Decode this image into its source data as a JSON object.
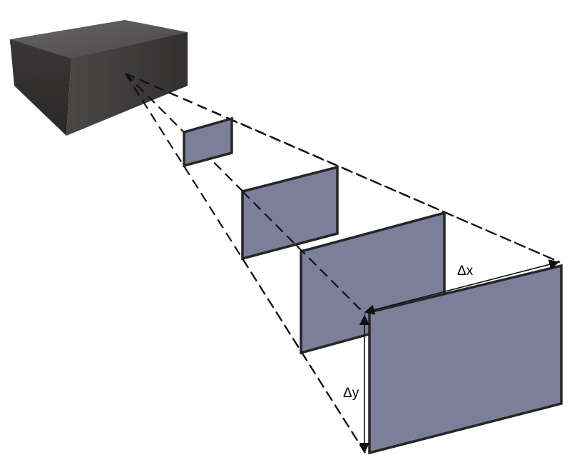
{
  "diagram": {
    "camera": {
      "icon": "camera-box",
      "colors": {
        "top": "#5a5858",
        "front": "#3e3b3b",
        "side": "#2f2c2c"
      }
    },
    "plane_count": 4,
    "plane_color": "#7b7f99",
    "plane_border_color": "#262626",
    "dimension_x_label": "Δx",
    "dimension_y_label": "Δy"
  }
}
